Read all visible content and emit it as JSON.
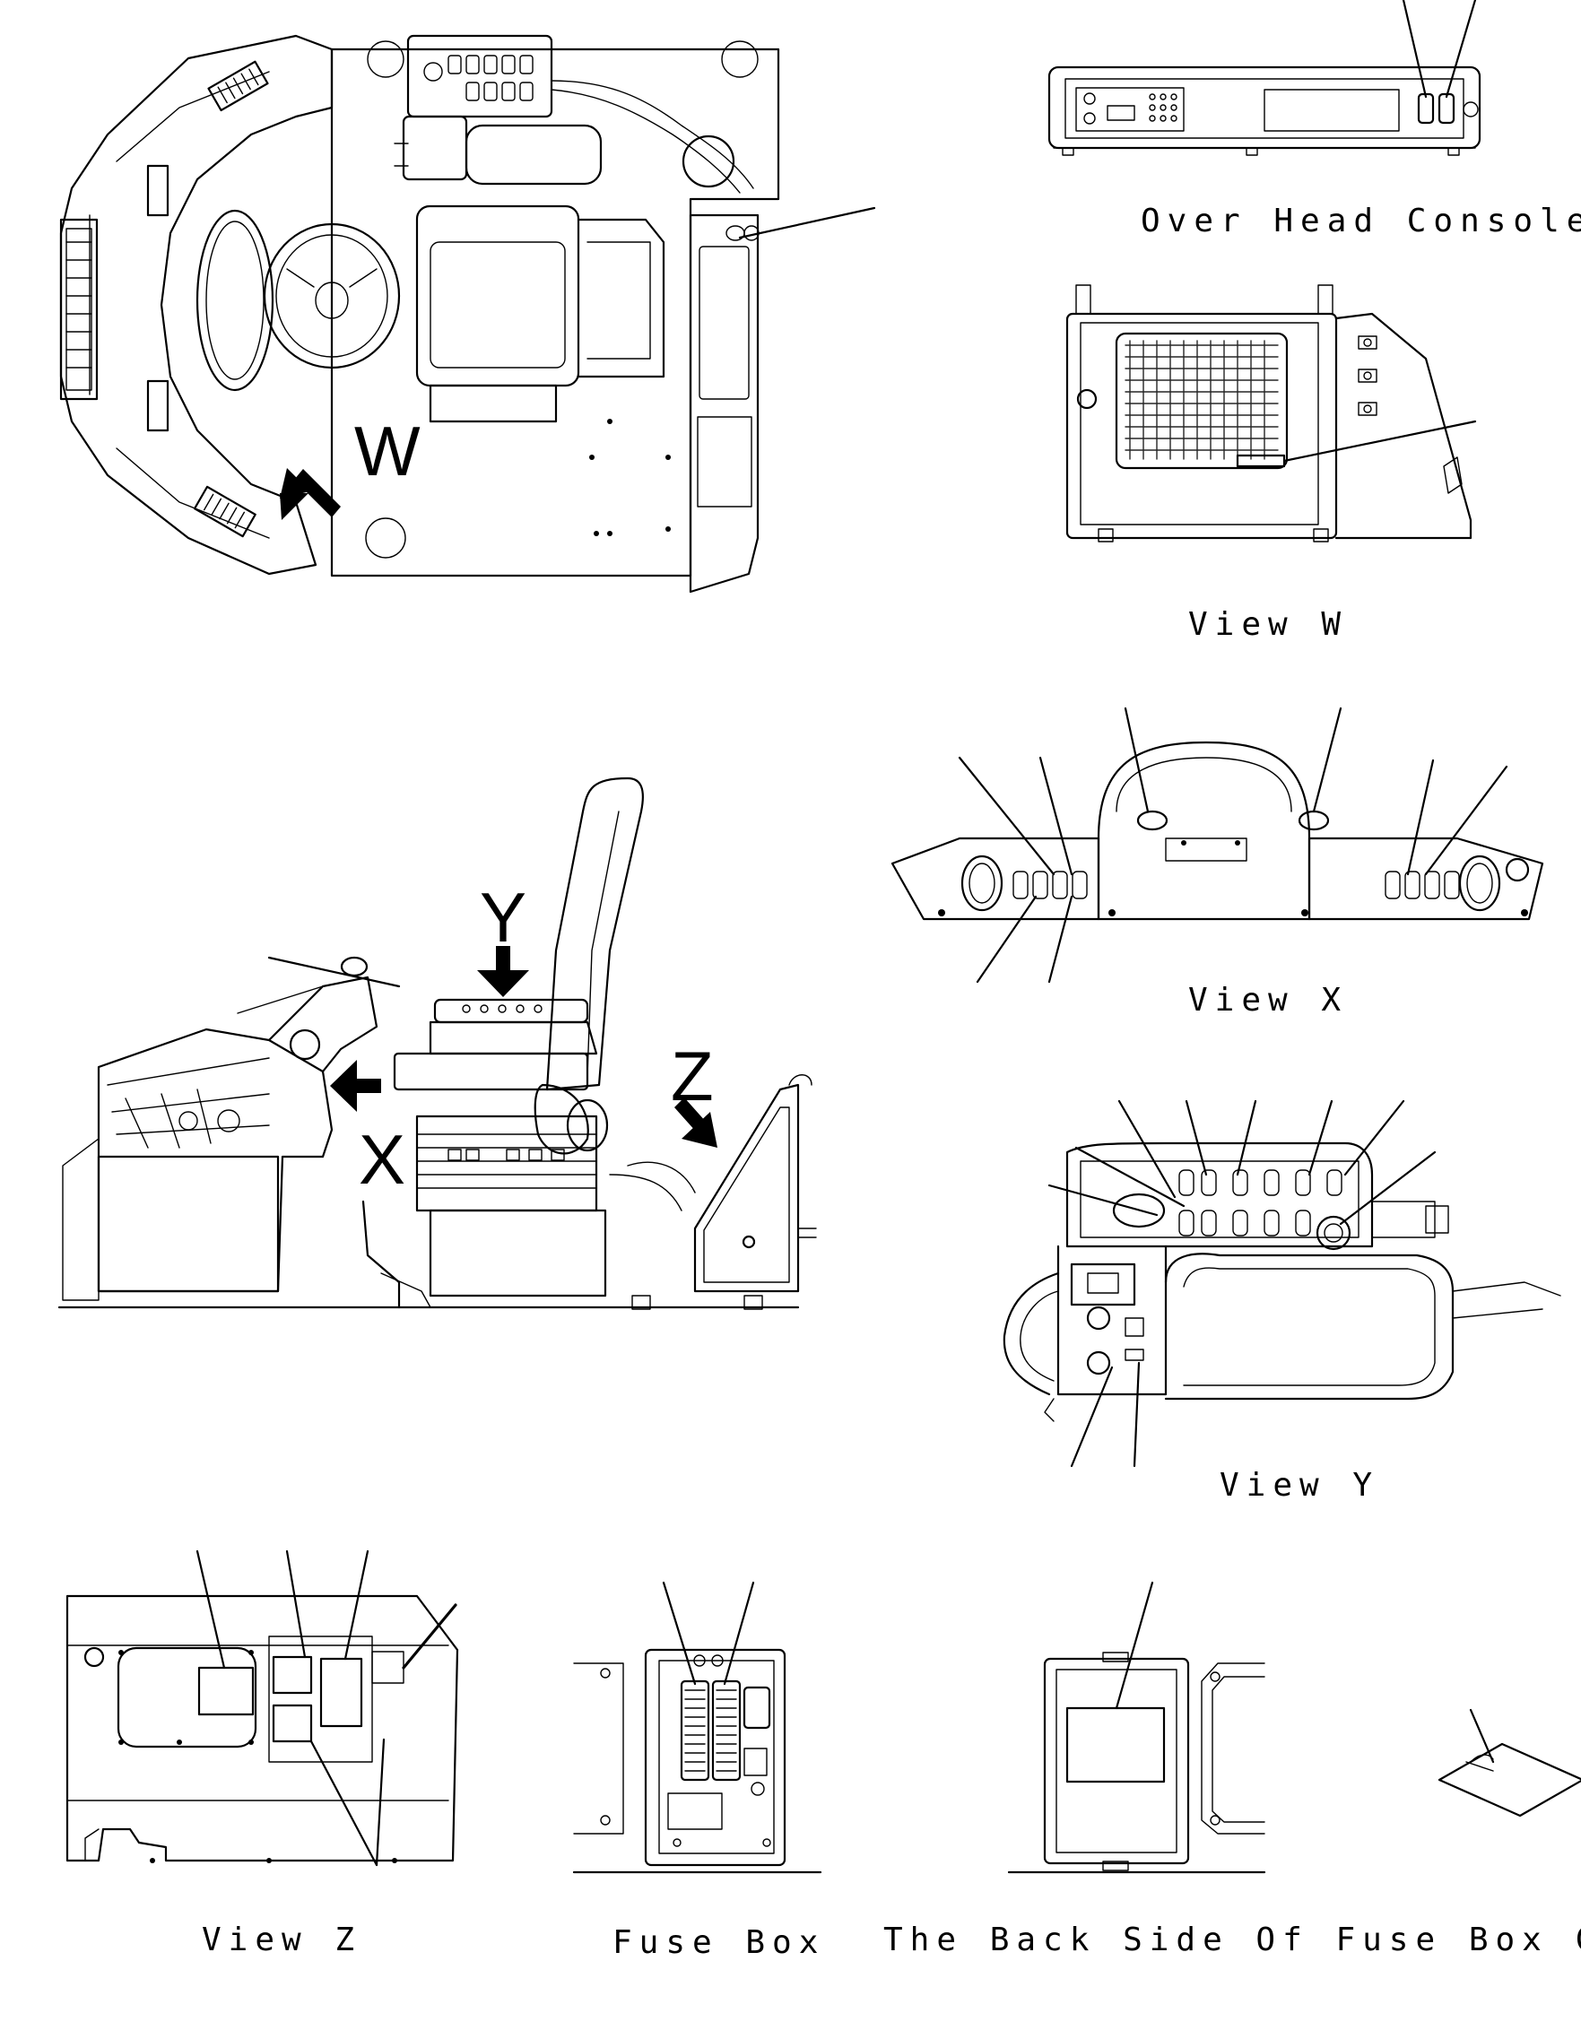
{
  "views": {
    "overhead_console": "Over Head Console",
    "view_w": "View W",
    "view_x": "View X",
    "view_y": "View Y",
    "view_z": "View Z",
    "fuse_box": "Fuse Box",
    "fuse_box_cover": "The Back Side Of Fuse Box Cover"
  },
  "arrows": {
    "w": "W",
    "x": "X",
    "y": "Y",
    "z": "Z"
  }
}
